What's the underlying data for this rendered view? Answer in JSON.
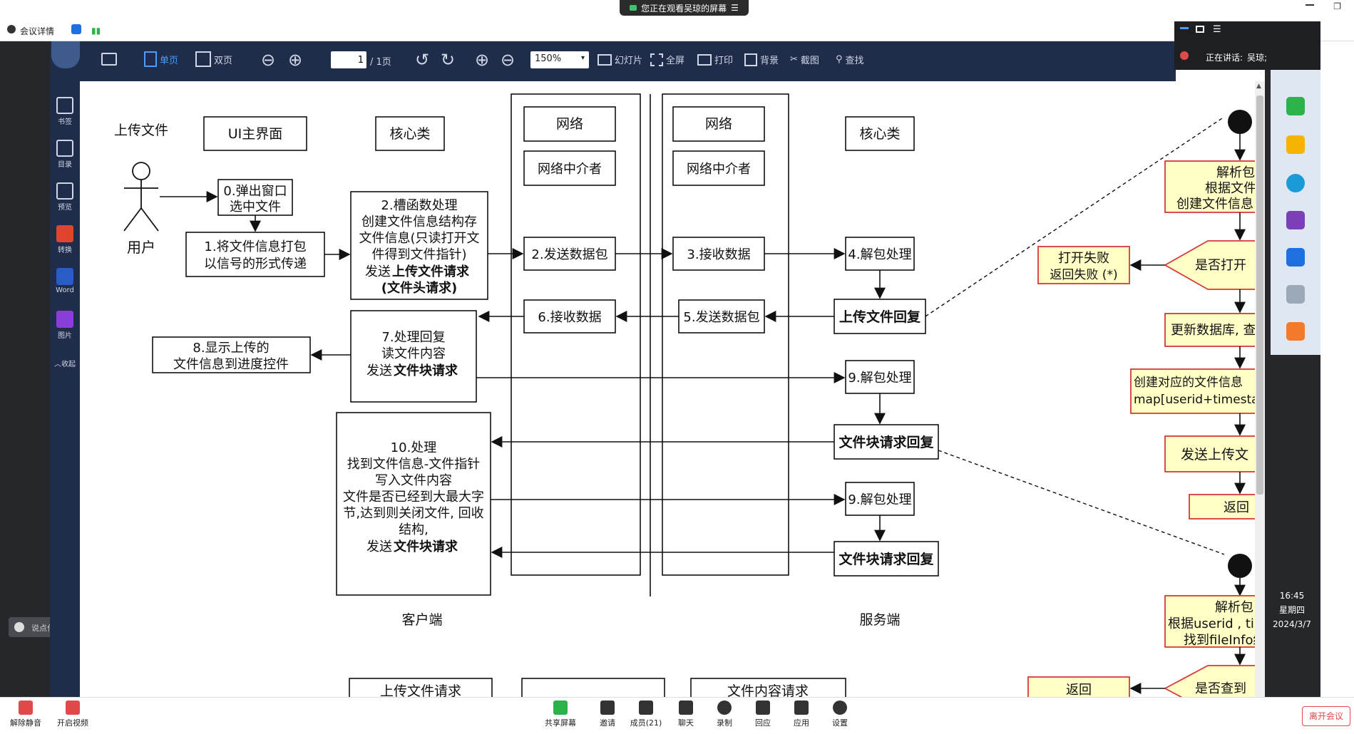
{
  "share_banner": {
    "text": "您正在观看吴琼的屏幕",
    "icon": "camera-icon"
  },
  "meeting_bar": {
    "info_label": "会议详情"
  },
  "toolbar": {
    "single_page": "单页",
    "double_page": "双页",
    "page_input": "1",
    "page_total": "/ 1页",
    "zoom": "150%",
    "slideshow": "幻灯片",
    "fullscreen": "全屏",
    "print": "打印",
    "background": "背景",
    "screenshot": "截图",
    "find": "查找"
  },
  "sidebar": [
    {
      "label": "书签",
      "icon": "bookmark-icon"
    },
    {
      "label": "目录",
      "icon": "list-icon"
    },
    {
      "label": "预览",
      "icon": "preview-icon"
    },
    {
      "label": "转换",
      "icon": "convert-icon"
    },
    {
      "label": "Word",
      "icon": "word-icon"
    },
    {
      "label": "图片",
      "icon": "image-icon"
    },
    {
      "label": "收起",
      "icon": "collapse-icon"
    }
  ],
  "right_panel": {
    "speaking_label": "正在讲话:",
    "speaker": "吴琼;"
  },
  "clock": {
    "time": "16:45",
    "weekday": "星期四",
    "date": "2024/3/7"
  },
  "chat_input": {
    "placeholder": "说点什么..."
  },
  "bottom_bar": {
    "mute": "解除静音",
    "video": "开启视频",
    "share": "共享屏幕",
    "invite": "邀请",
    "members": "成员(21)",
    "chat": "聊天",
    "record": "录制",
    "reactions": "回应",
    "apps": "应用",
    "settings": "设置",
    "leave": "离开会议"
  },
  "diagram": {
    "actor_title": "上传文件",
    "actor": "用户",
    "ui_header": "UI主界面",
    "core_header_client": "核心类",
    "network_a": "网络",
    "mediator_a": "网络中介者",
    "network_b": "网络",
    "mediator_b": "网络中介者",
    "core_header_server": "核心类",
    "step0_l1": "0.弹出窗口",
    "step0_l2": "选中文件",
    "step1_l1": "1.将文件信息打包",
    "step1_l2": "以信号的形式传递",
    "step2_l1": "2.槽函数处理",
    "step2_l2": "创建文件信息结构存",
    "step2_l3": "文件信息(只读打开文",
    "step2_l4": "件得到文件指针)",
    "step2_l5a": "发送",
    "step2_l5b": "上传文件请求",
    "step2_l6": "(文件头请求)",
    "send_pkg": "2.发送数据包",
    "recv_pkg": "3.接收数据",
    "unpack4": "4.解包处理",
    "upload_reply": "上传文件回复",
    "recv6": "6.接收数据",
    "send5": "5.发送数据包",
    "step7_l1": "7.处理回复",
    "step7_l2": "读文件内容",
    "step7_l3a": "发送",
    "step7_l3b": "文件块请求",
    "step8_l1": "8.显示上传的",
    "step8_l2": "文件信息到进度控件",
    "unpack9a": "9.解包处理",
    "block_reply_a": "文件块请求回复",
    "step10_l1": "10.处理",
    "step10_l2": "找到文件信息-文件指针",
    "step10_l3": "写入文件内容",
    "step10_l4": "文件是否已经到大最大字",
    "step10_l5": "节,达到则关闭文件, 回收",
    "step10_l6": "结构,",
    "step10_l7a": "发送",
    "step10_l7b": "文件块请求",
    "unpack9b": "9.解包处理",
    "block_reply_b": "文件块请求回复",
    "client_label": "客户端",
    "server_label": "服务端",
    "bottom_box1": "上传文件请求",
    "bottom_box3": "文件内容请求",
    "flow_parse1_l1": "解析包",
    "flow_parse1_l2": "根据文件",
    "flow_parse1_l3": "创建文件信息",
    "flow_open_q": "是否打开",
    "flow_fail_l1": "打开失败",
    "flow_fail_l2": "返回失败 (*)",
    "flow_update": "更新数据库, 查",
    "flow_create_l1": "创建对应的文件信息",
    "flow_create_l2": "map[userid+timestar",
    "flow_send": "发送上传文",
    "flow_return1": "返回",
    "flow_parse2_l1": "解析包",
    "flow_parse2_l2": "根据userid , tim",
    "flow_parse2_l3": "找到fileInfo结",
    "flow_found_q": "是否查到",
    "flow_return2": "返回"
  }
}
